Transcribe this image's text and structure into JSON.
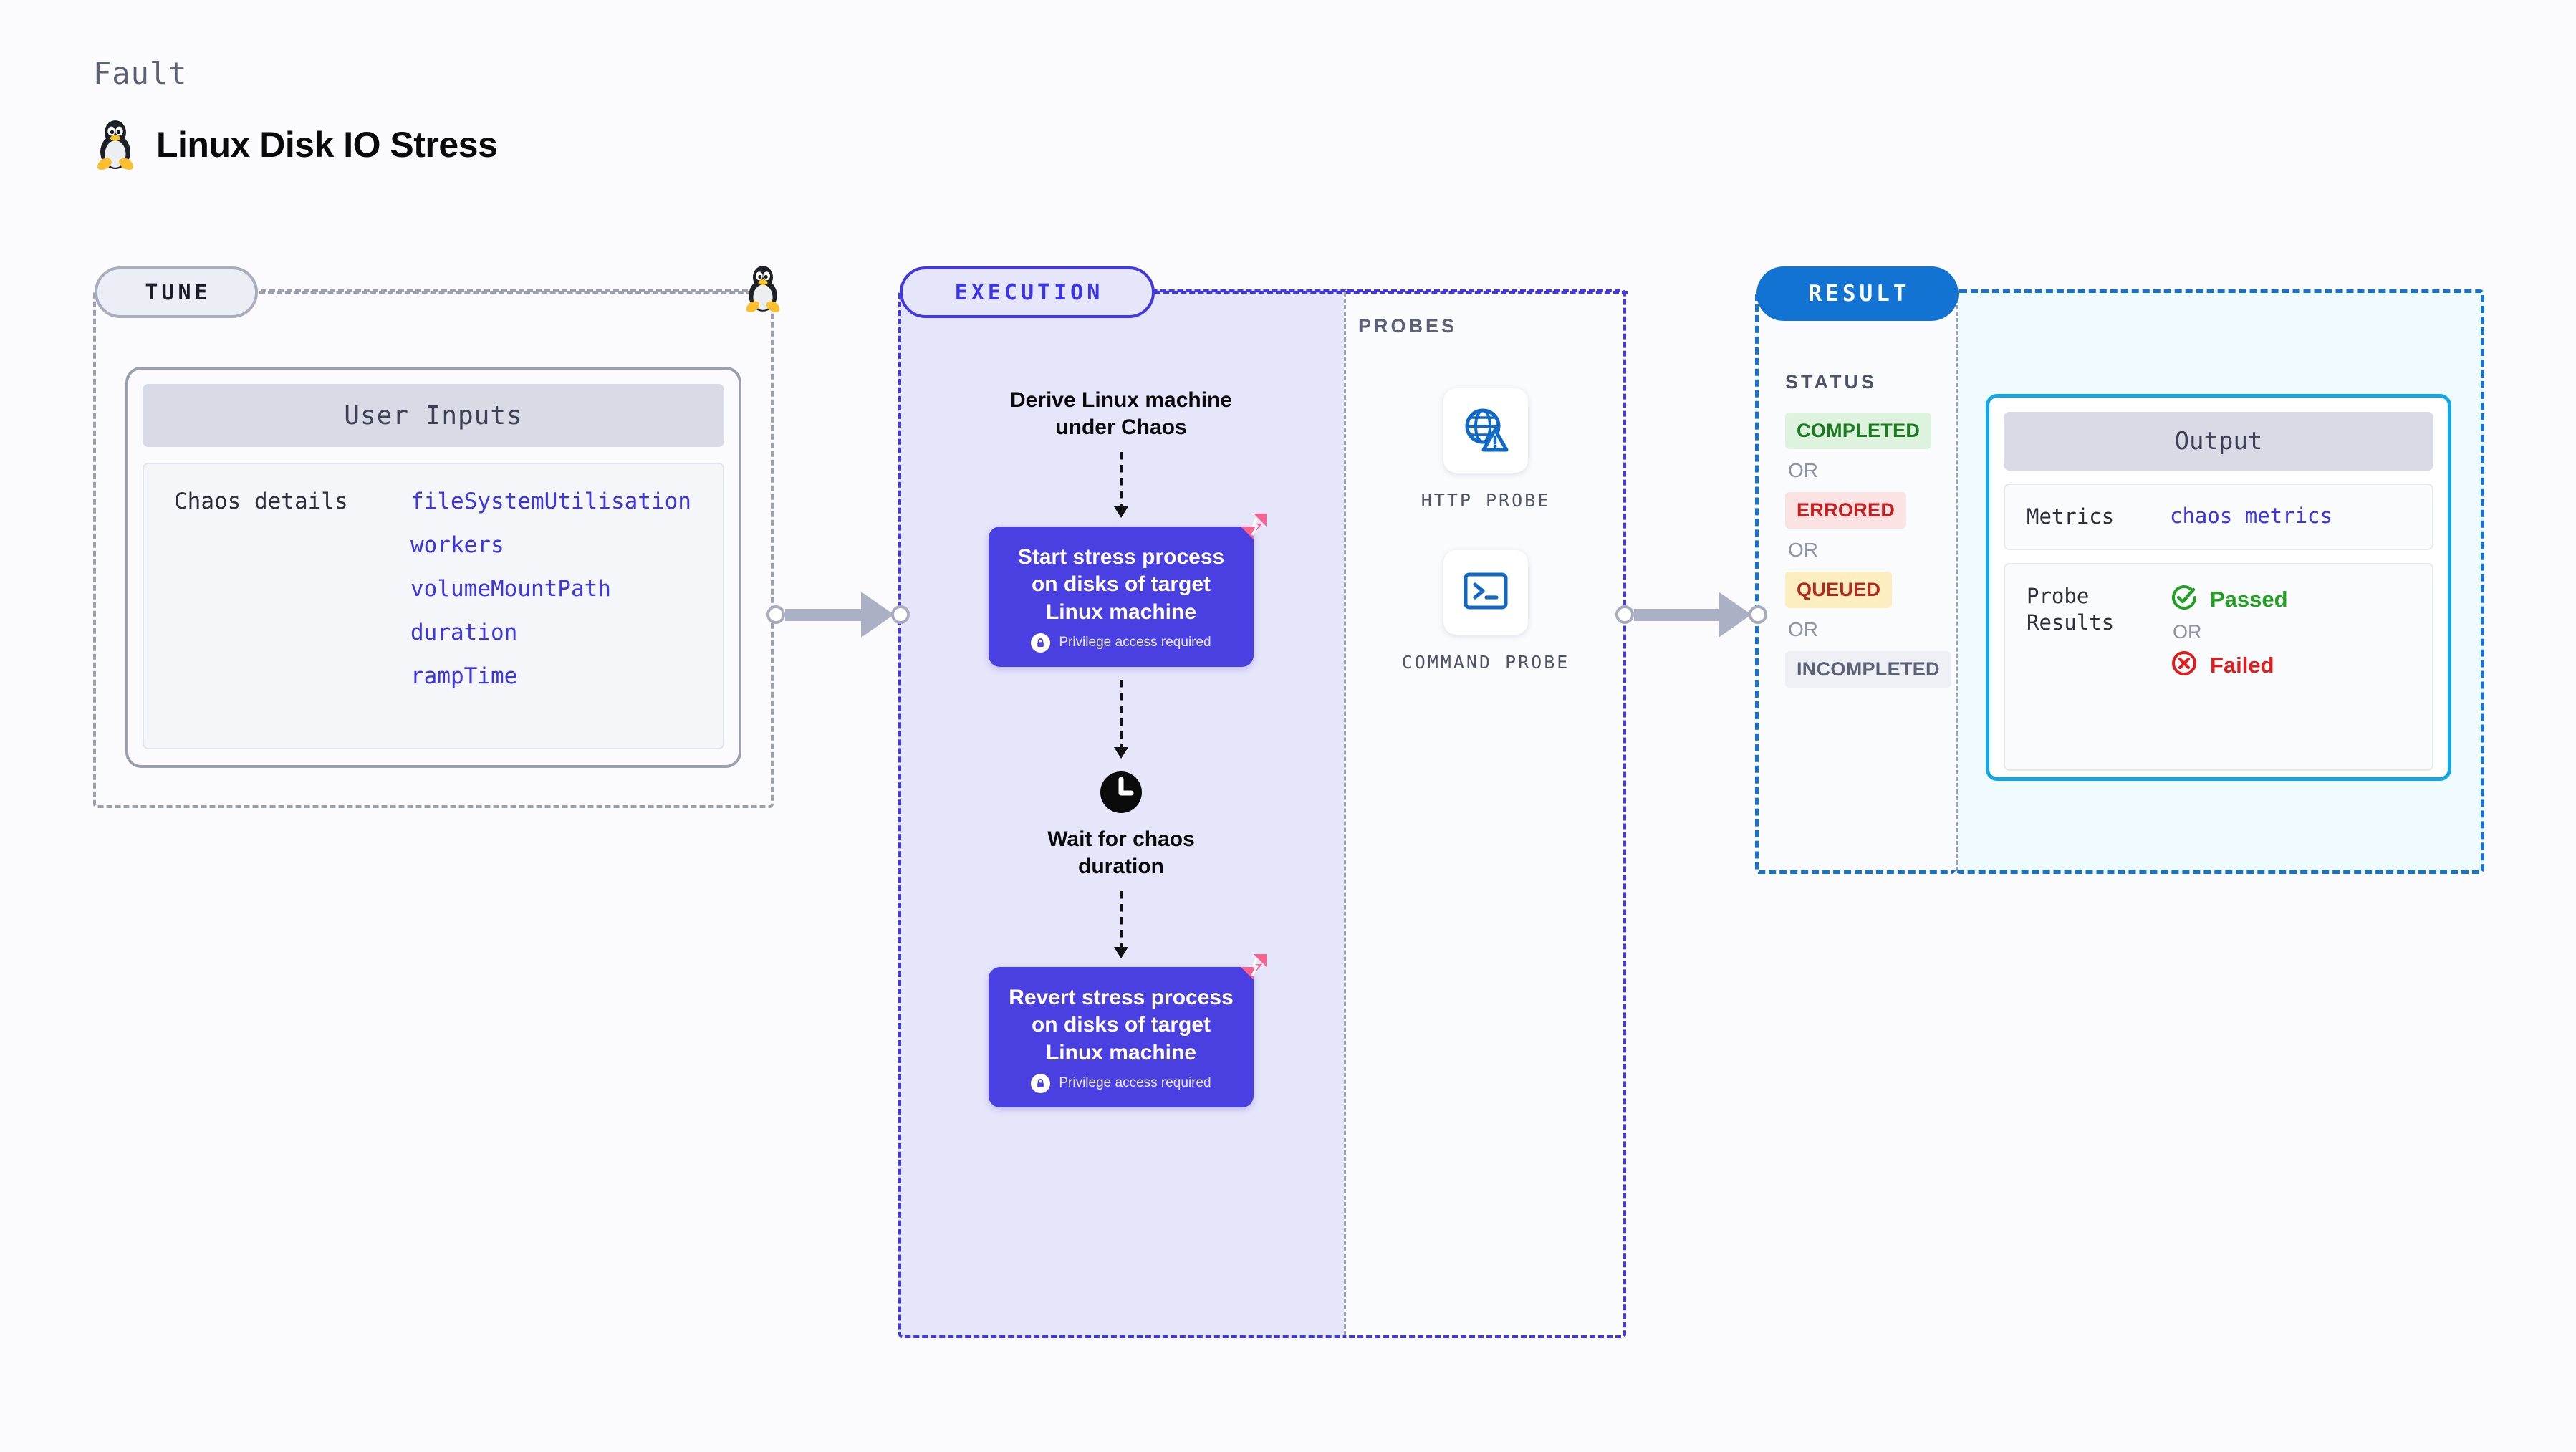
{
  "header": {
    "eyebrow": "Fault",
    "title": "Linux Disk IO Stress",
    "icon": "tux-penguin-icon"
  },
  "tune": {
    "badge": "TUNE",
    "card_title": "User Inputs",
    "key": "Chaos details",
    "params": [
      "fileSystemUtilisation",
      "workers",
      "volumeMountPath",
      "duration",
      "rampTime"
    ]
  },
  "execution": {
    "badge": "EXECUTION",
    "steps": {
      "derive": "Derive Linux machine under Chaos",
      "start_card": "Start stress process on disks of target Linux machine",
      "wait": "Wait for chaos duration",
      "revert_card": "Revert stress process on disks of target Linux machine"
    },
    "privilege_note": "Privilege access required"
  },
  "probes": {
    "label": "PROBES",
    "items": [
      {
        "label": "HTTP PROBE",
        "icon": "globe-warning-icon"
      },
      {
        "label": "COMMAND PROBE",
        "icon": "terminal-icon"
      }
    ]
  },
  "result": {
    "badge": "RESULT",
    "status_label": "STATUS",
    "or_text": "OR",
    "statuses": [
      {
        "text": "COMPLETED",
        "bg": "#ddf3dd",
        "fg": "#1c7a20"
      },
      {
        "text": "ERRORED",
        "bg": "#fbe3e3",
        "fg": "#c61f1f"
      },
      {
        "text": "QUEUED",
        "bg": "#fdeec2",
        "fg": "#b4291f"
      },
      {
        "text": "INCOMPLETED",
        "bg": "#eef0f5",
        "fg": "#5b6176"
      }
    ],
    "output": {
      "title": "Output",
      "metrics_key": "Metrics",
      "metrics_value": "chaos metrics",
      "probe_key": "Probe Results",
      "passed": "Passed",
      "failed": "Failed",
      "or_text": "OR"
    }
  },
  "colors": {
    "accent_purple": "#4a3fe0",
    "accent_blue": "#1273d3",
    "accent_cyan": "#12a8e8",
    "chaos_pink": "#f9628f",
    "pass_green": "#21a121",
    "fail_red": "#e01b1b",
    "mono_blue": "#3b34e8"
  }
}
